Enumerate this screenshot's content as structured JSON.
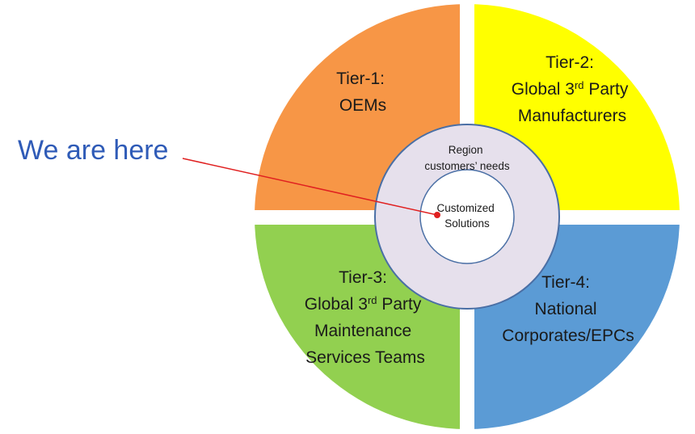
{
  "diagram": {
    "pointer_label": "We are here",
    "quadrants": [
      {
        "id": "tier-1",
        "color": "#F79646",
        "lines": [
          {
            "text": "Tier-1:"
          },
          {
            "text": "OEMs"
          }
        ]
      },
      {
        "id": "tier-2",
        "color": "#FFFF00",
        "lines": [
          {
            "text": "Tier-2:"
          },
          {
            "text": "Global 3",
            "sup": "rd",
            "after": " Party"
          },
          {
            "text": "Manufacturers"
          }
        ]
      },
      {
        "id": "tier-3",
        "color": "#92D050",
        "lines": [
          {
            "text": "Tier-3:"
          },
          {
            "text": "Global 3",
            "sup": "rd",
            "after": " Party"
          },
          {
            "text": "Maintenance"
          },
          {
            "text": "Services Teams"
          }
        ]
      },
      {
        "id": "tier-4",
        "color": "#5B9BD5",
        "lines": [
          {
            "text": "Tier-4:"
          },
          {
            "text": "National"
          },
          {
            "text": "Corporates/EPCs"
          }
        ]
      }
    ],
    "outer_ring": {
      "lines": [
        "Region",
        "customers’ needs"
      ],
      "color": "#E6E0EC"
    },
    "inner_circle": {
      "lines": [
        "Customized",
        "Solutions"
      ],
      "color": "#FFFFFF"
    },
    "colors": {
      "pointer_text": "#2F5BB7",
      "pointer_line": "#E02020",
      "pointer_dot": "#E02020",
      "circle_stroke": "#4A6FA5",
      "divider": "#FFFFFF"
    }
  }
}
